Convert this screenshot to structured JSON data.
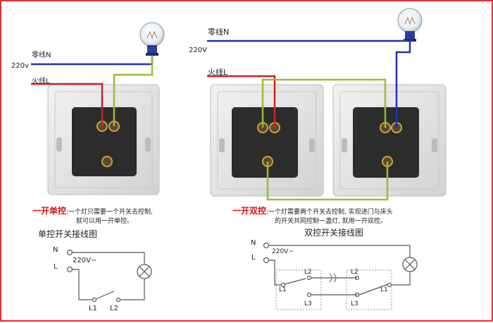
{
  "left": {
    "neutral_label": "零线N",
    "voltage_label": "220v",
    "live_label": "火线L",
    "caption_title": "一开单控",
    "caption_line1": ":一个灯只需要一个开关去控制,",
    "caption_line2": "就可以用一开单控。",
    "schematic_title": "单控开关接线图",
    "sch_n": "N",
    "sch_l": "L",
    "sch_voltage": "220V~",
    "sch_l1": "L1",
    "sch_l2": "L2"
  },
  "right": {
    "neutral_label": "零线N",
    "voltage_label": "220V",
    "live_label": "火线L",
    "caption_title": "一开双控",
    "caption_line1": ":一个灯需要两个开关去控制, 实现进门与床头",
    "caption_line2": "的开关共同控制一盏灯, 就用一开双控。",
    "schematic_title": "双控开关接线图",
    "sch_n": "N",
    "sch_l": "L",
    "sch_voltage": "220V~",
    "sw1_l1": "L1",
    "sw1_l2": "L2",
    "sw1_l3": "L3",
    "sw2_l1": "L1",
    "sw2_l2": "L2",
    "sw2_l3": "L3"
  },
  "colors": {
    "border": "#e53030",
    "neutral_wire": "#2233aa",
    "live_wire": "#cc2222",
    "green_wire": "#9bbb33",
    "caption_red": "#dd1111",
    "plate": "#e6e6e6",
    "module": "#2c2c2c"
  }
}
